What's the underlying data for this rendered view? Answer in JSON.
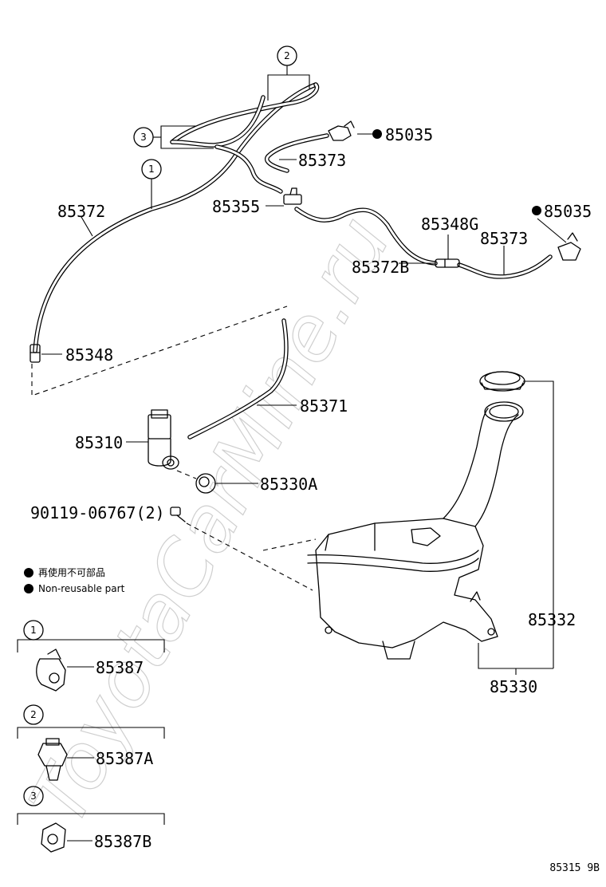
{
  "watermark": "ToyotaCarMine.ru",
  "diagram_code": "85315 9B",
  "callouts": {
    "c1": "1",
    "c2": "2",
    "c3": "3"
  },
  "labels": {
    "p85035a": "85035",
    "p85373a": "85373",
    "p85372": "85372",
    "p85355": "85355",
    "p85348G": "85348G",
    "p85035b": "85035",
    "p85373b": "85373",
    "p85372B": "85372B",
    "p85348": "85348",
    "p85371": "85371",
    "p85310": "85310",
    "p85330A": "85330A",
    "p9011906767": "90119-06767(2)",
    "p85332": "85332",
    "p85330": "85330",
    "p85387": "85387",
    "p85387A": "85387A",
    "p85387B": "85387B"
  },
  "legend": {
    "line1": "再使用不可部品",
    "line2": "Non-reusable part"
  },
  "colors": {
    "line": "#000000",
    "background": "#ffffff",
    "watermark": "#cfcfcf"
  }
}
